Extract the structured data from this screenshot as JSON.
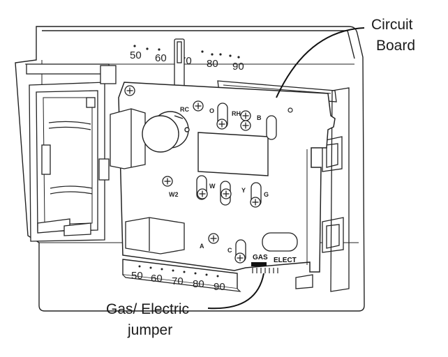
{
  "callouts": {
    "circuit_board": [
      "Circuit",
      "Board"
    ],
    "jumper": [
      "Gas/ Electric",
      "jumper"
    ]
  },
  "top_scale": [
    "50",
    "60",
    "70",
    "80",
    "90"
  ],
  "bottom_scale": [
    "50",
    "60",
    "70",
    "80",
    "90"
  ],
  "terminals": {
    "rc": "RC",
    "o": "O",
    "rh": "RH",
    "b": "B",
    "w2": "W2",
    "w": "W",
    "y": "Y",
    "g": "G",
    "a": "A",
    "c": "C"
  },
  "jumper_labels": {
    "gas": "GAS",
    "elect": "ELECT"
  }
}
